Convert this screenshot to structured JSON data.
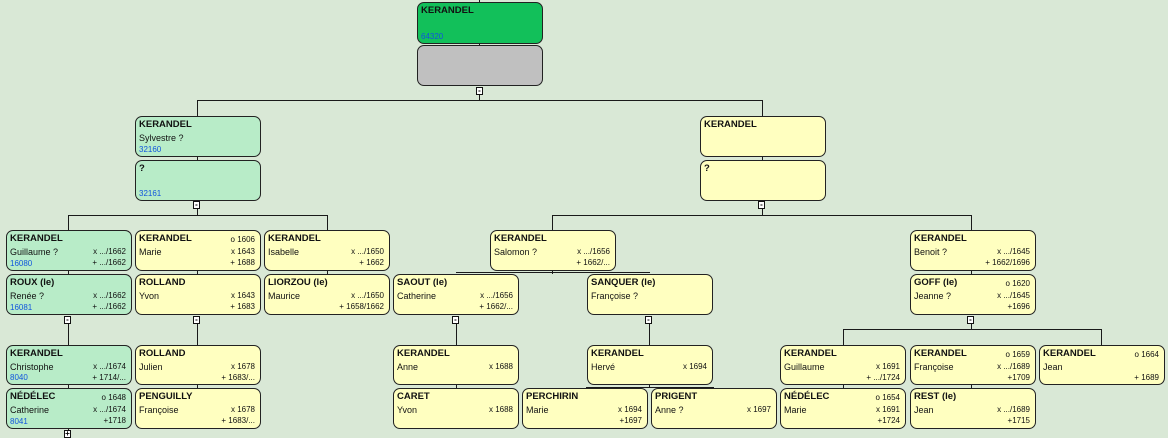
{
  "colors": {
    "background": "#d9e8d6",
    "root": "#12c05a",
    "ancestor_direct": "#b8ecc8",
    "other": "#ffffc0",
    "unknown": "#c0c0c0",
    "sosa_number": "#1155dd"
  },
  "toggle_minus": "-",
  "toggle_plus": "+",
  "root": {
    "husband": {
      "surname": "KERANDEL",
      "given": "",
      "sosa": "64320"
    },
    "wife": {
      "surname": "",
      "given": "",
      "sosa": ""
    }
  },
  "gen1": {
    "left": {
      "husband": {
        "surname": "KERANDEL",
        "given": "Sylvestre ?",
        "sosa": "32160"
      },
      "wife": {
        "surname": "?",
        "given": "",
        "sosa": "32161"
      }
    },
    "right": {
      "husband": {
        "surname": "KERANDEL",
        "given": ""
      },
      "wife": {
        "surname": "?",
        "given": ""
      }
    }
  },
  "gen2": [
    {
      "surname": "KERANDEL",
      "given": "Guillaume ?",
      "sosa": "16080",
      "events": [
        "x .../1662",
        "+ .../1662"
      ]
    },
    {
      "surname": "ROUX (le)",
      "given": "Renée ?",
      "sosa": "16081",
      "events": [
        "x .../1662",
        "+ .../1662"
      ]
    },
    {
      "surname": "KERANDEL",
      "given": "Marie",
      "events": [
        "o 1606",
        "x 1643",
        "+ 1688"
      ]
    },
    {
      "surname": "ROLLAND",
      "given": "Yvon",
      "events": [
        "x 1643",
        "+ 1683"
      ]
    },
    {
      "surname": "KERANDEL",
      "given": "Isabelle",
      "events": [
        "x .../1650",
        "+ 1662"
      ]
    },
    {
      "surname": "LIORZOU (le)",
      "given": "Maurice",
      "events": [
        "x .../1650",
        "+ 1658/1662"
      ]
    },
    {
      "surname": "KERANDEL",
      "given": "Salomon ?",
      "events": [
        "x .../1656",
        "+ 1662/..."
      ]
    },
    {
      "surname": "SAOUT (le)",
      "given": "Catherine",
      "events": [
        "x .../1656",
        "+ 1662/..."
      ]
    },
    {
      "surname": "SANQUER (le)",
      "given": "Françoise ?",
      "events": []
    },
    {
      "surname": "KERANDEL",
      "given": "Benoit ?",
      "events": [
        "x .../1645",
        "+ 1662/1696"
      ]
    },
    {
      "surname": "GOFF (le)",
      "given": "Jeanne ?",
      "events": [
        "o 1620",
        "x .../1645",
        "+1696"
      ]
    }
  ],
  "gen3": [
    {
      "surname": "KERANDEL",
      "given": "Christophe",
      "sosa": "8040",
      "events": [
        "x .../1674",
        "+ 1714/..."
      ]
    },
    {
      "surname": "NÉDÉLEC",
      "given": "Catherine",
      "sosa": "8041",
      "events": [
        "o 1648",
        "x .../1674",
        "+1718"
      ]
    },
    {
      "surname": "ROLLAND",
      "given": "Julien",
      "events": [
        "x 1678",
        "+ 1683/..."
      ]
    },
    {
      "surname": "PENGUILLY",
      "given": "Françoise",
      "events": [
        "x 1678",
        "+ 1683/..."
      ]
    },
    {
      "surname": "KERANDEL",
      "given": "Anne",
      "events": [
        "x 1688"
      ]
    },
    {
      "surname": "CARET",
      "given": "Yvon",
      "events": [
        "x 1688"
      ]
    },
    {
      "surname": "KERANDEL",
      "given": "Hervé",
      "events": [
        "x 1694"
      ]
    },
    {
      "surname": "PERCHIRIN",
      "given": "Marie",
      "events": [
        "x 1694",
        "+1697"
      ]
    },
    {
      "surname": "PRIGENT",
      "given": "Anne ?",
      "events": [
        "x 1697"
      ]
    },
    {
      "surname": "KERANDEL",
      "given": "Guillaume",
      "events": [
        "x 1691",
        "+ .../1724"
      ]
    },
    {
      "surname": "NÉDÉLEC",
      "given": "Marie",
      "events": [
        "o 1654",
        "x 1691",
        "+1724"
      ]
    },
    {
      "surname": "KERANDEL",
      "given": "Françoise",
      "events": [
        "o 1659",
        "x .../1689",
        "+1709"
      ]
    },
    {
      "surname": "REST (le)",
      "given": "Jean",
      "events": [
        "x .../1689",
        "+1715"
      ]
    },
    {
      "surname": "KERANDEL",
      "given": "Jean",
      "events": [
        "o 1664",
        "",
        "+ 1689"
      ]
    }
  ]
}
